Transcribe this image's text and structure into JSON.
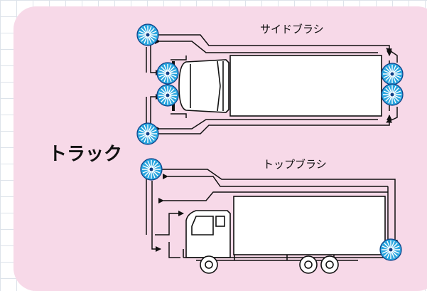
{
  "labels": {
    "title": "トラック",
    "side_brush": "サイドブラシ",
    "top_brush": "トップブラシ"
  },
  "colors": {
    "panel": "#f7d9e8",
    "grid": "#dde3ea",
    "brush_fill": "#2aa6df",
    "line": "#111111"
  },
  "icons": [
    "brush-icon",
    "truck-top-view-icon",
    "truck-side-view-icon",
    "arrow-icon"
  ]
}
